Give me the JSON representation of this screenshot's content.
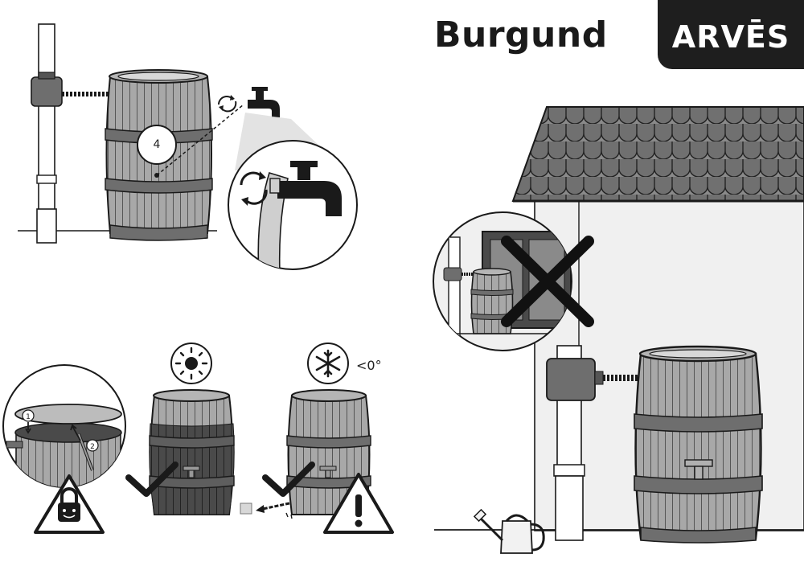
{
  "header": {
    "title": "Burgund",
    "brand": "ARVĒS"
  },
  "steps": {
    "step_number": "4"
  },
  "frost": {
    "temperature_label": "<0°"
  },
  "small_labels": {
    "lid_step_1": "1",
    "lid_step_2": "2"
  },
  "icons": {
    "sun": "sun-icon",
    "snowflake": "snowflake-icon",
    "padlock": "padlock-warning-icon",
    "exclamation": "exclamation-warning-icon",
    "rotate": "rotate-arrows-icon",
    "check": "check-mark-icon",
    "cross": "cross-mark-icon"
  },
  "colors": {
    "barrel_light": "#a8a8a8",
    "barrel_dark": "#4a4a4a",
    "hoop": "#6e6e6e",
    "outline": "#1a1a1a",
    "roof": "#707070",
    "wall": "#f0f0f0",
    "brand_bg": "#1e1e1e"
  }
}
